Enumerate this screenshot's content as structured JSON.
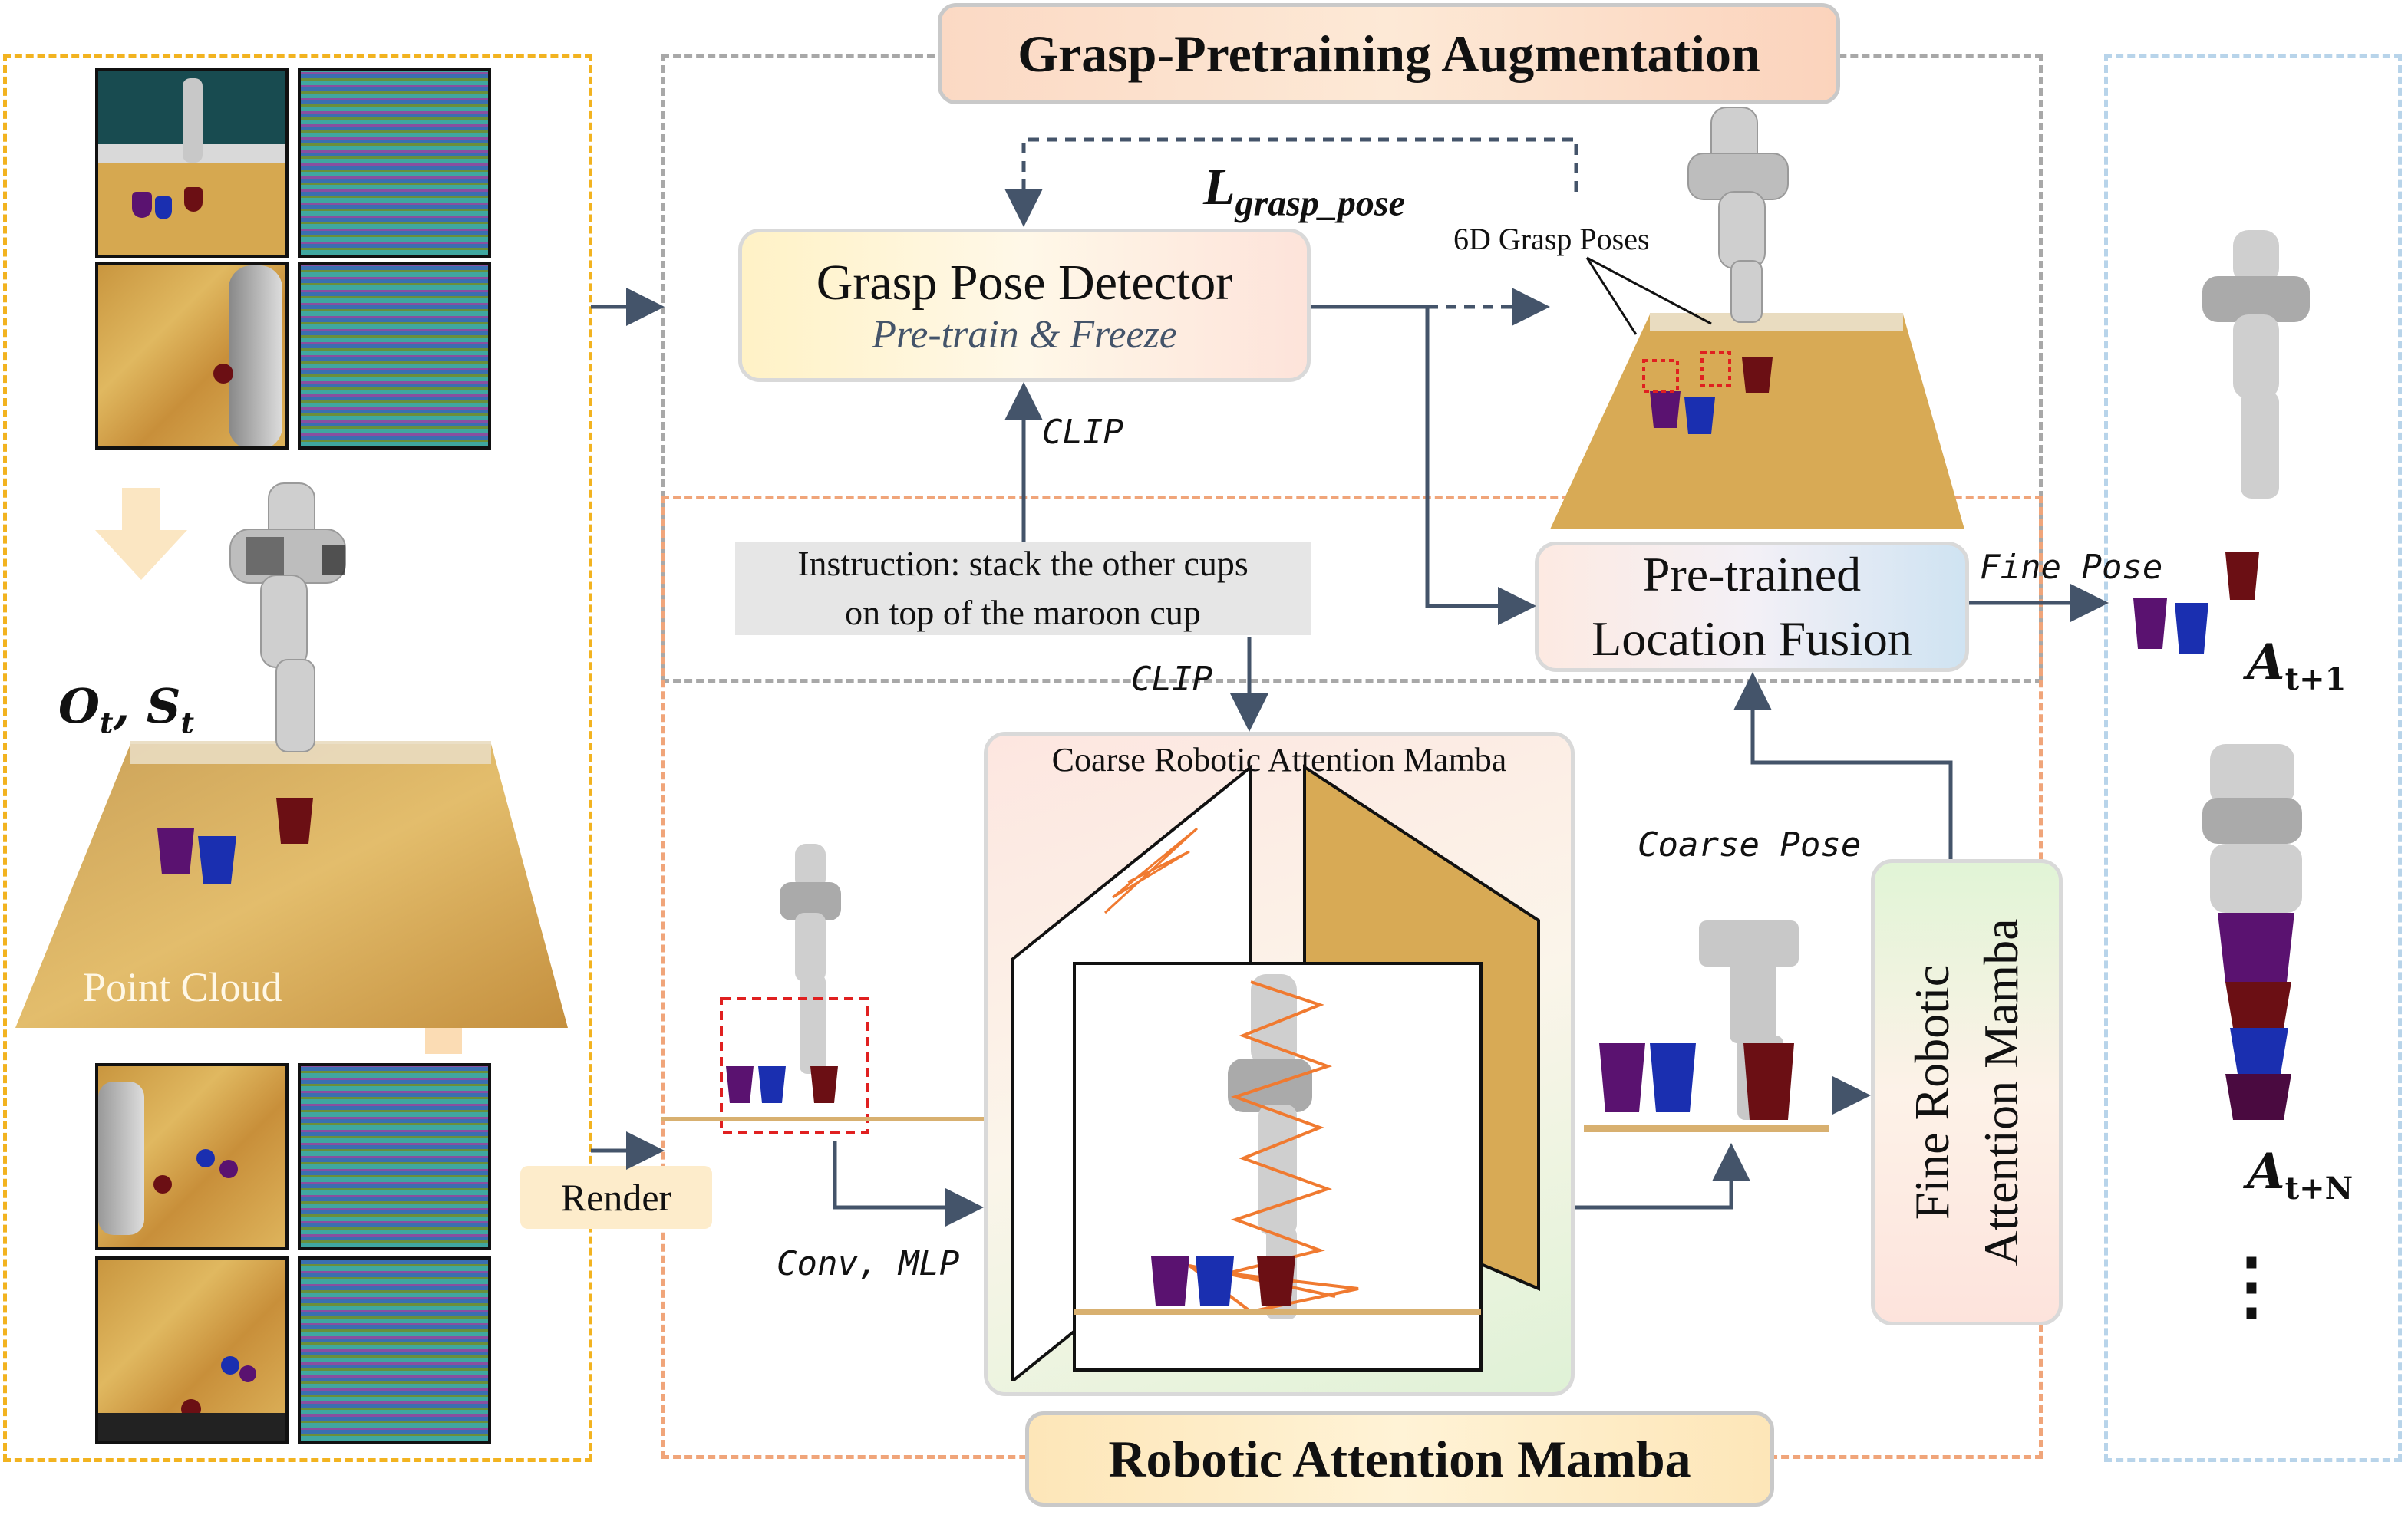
{
  "titles": {
    "grasp_aug": "Grasp-Pretraining Augmentation",
    "ram": "Robotic Attention Mamba"
  },
  "modules": {
    "grasp_detector": {
      "title": "Grasp Pose Detector",
      "subtitle": "Pre-train & Freeze"
    },
    "location_fusion": {
      "line1": "Pre-trained",
      "line2": "Location Fusion"
    },
    "coarse_mamba": "Coarse Robotic Attention Mamba",
    "fine_mamba": {
      "line1": "Fine Robotic",
      "line2": "Attention Mamba"
    },
    "render": "Render",
    "instruction": {
      "line1": "Instruction: stack the other cups",
      "line2": "on top of the maroon cup"
    }
  },
  "labels": {
    "loss": {
      "main": "L",
      "sub": "grasp_pose"
    },
    "grasp_poses": "6D Grasp Poses",
    "clip_up": "CLIP",
    "clip_down": "CLIP",
    "conv_mlp": "Conv, MLP",
    "coarse_pose": "Coarse Pose",
    "fine_pose": "Fine Pose",
    "point_cloud": "Point Cloud",
    "obs_o": "O",
    "obs_o_sub": "t",
    "obs_s": "S",
    "obs_s_sub": "t",
    "obs_comma": ",",
    "action_1": "A",
    "action_1_sub": "t+1",
    "action_n": "A",
    "action_n_sub": "t+N",
    "ellipsis": "⋮"
  },
  "colors": {
    "input_border": "#f2b320",
    "grasp_border": "#a8a8a8",
    "ram_border": "#f0a57a",
    "output_border": "#b8d4ea",
    "arrow": "#44546a",
    "maroon": "#6b0f14",
    "blue": "#1a2fb0",
    "purple": "#5a1270",
    "traj": "#f07a30"
  }
}
